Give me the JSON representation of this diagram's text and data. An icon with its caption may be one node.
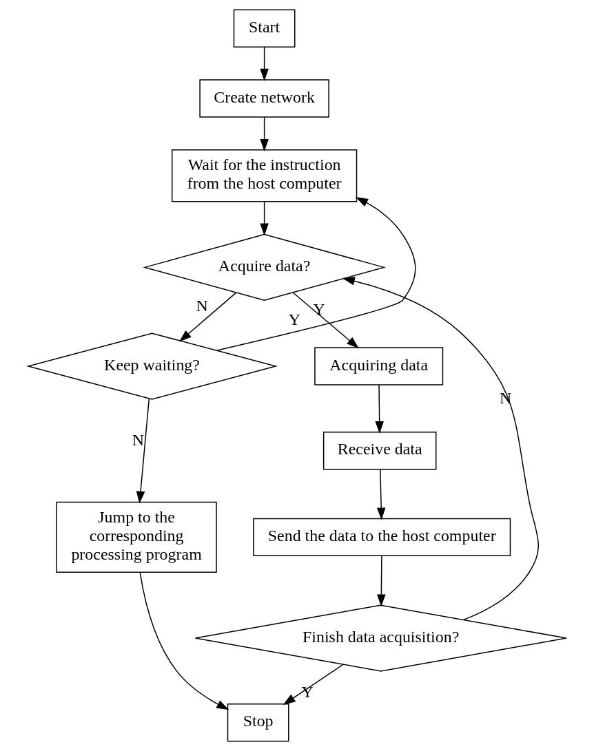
{
  "diagram": {
    "nodes": [
      {
        "text": [
          "Start"
        ]
      },
      {
        "text": [
          "Create network"
        ]
      },
      {
        "text": [
          "Wait for the instruction from the host computer"
        ]
      },
      {
        "text": [
          "Acquire data?"
        ]
      },
      {
        "text": [
          "Keep waiting?"
        ]
      },
      {
        "text": [
          "Acquiring data"
        ]
      },
      {
        "text": [
          "Jump to the corresponding processing program"
        ]
      },
      {
        "text": [
          "Receive data"
        ]
      },
      {
        "text": [
          "Send the data to the host computer"
        ]
      },
      {
        "text": [
          "Finish data acquisition?"
        ]
      },
      {
        "text": [
          "Stop"
        ]
      }
    ],
    "edges": [
      {
        "from": 0,
        "to": 1,
        "arrow": "to"
      },
      {
        "from": 1,
        "to": 2,
        "arrow": "to"
      },
      {
        "from": 2,
        "to": 3,
        "arrow": "to"
      },
      {
        "from": 3,
        "to": 5,
        "arrow": "to",
        "label": "Y"
      },
      {
        "from": 3,
        "to": 4,
        "arrow": "to",
        "label": "N"
      },
      {
        "from": 4,
        "to": 2,
        "arrow": "to",
        "label": "Y"
      },
      {
        "from": 4,
        "to": 6,
        "arrow": "to",
        "label": "N"
      },
      {
        "from": 5,
        "to": 7,
        "arrow": "to"
      },
      {
        "from": 7,
        "to": 8,
        "arrow": "to"
      },
      {
        "from": 8,
        "to": 9,
        "arrow": "to"
      },
      {
        "from": 9,
        "to": 3,
        "arrow": "to",
        "label": "N"
      },
      {
        "from": 9,
        "to": 10,
        "arrow": "to",
        "label": "Y"
      },
      {
        "from": 6,
        "to": 10,
        "arrow": "to"
      }
    ]
  }
}
